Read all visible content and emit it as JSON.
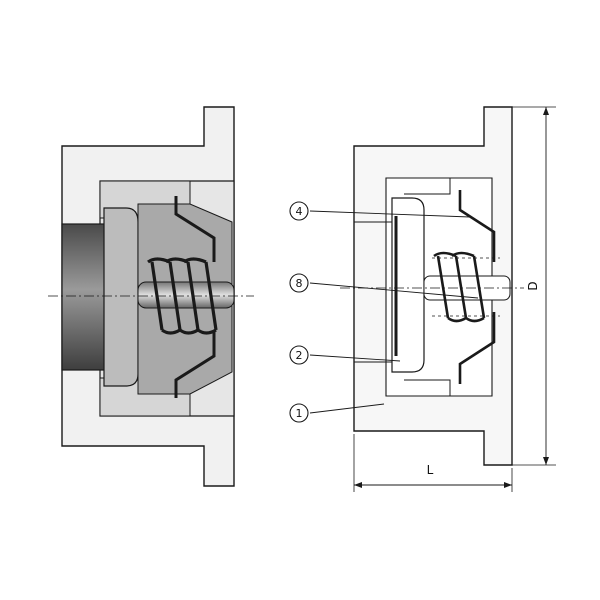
{
  "callouts": [
    {
      "id": "c4",
      "label": "4"
    },
    {
      "id": "c8",
      "label": "8"
    },
    {
      "id": "c2",
      "label": "2"
    },
    {
      "id": "c1",
      "label": "1"
    }
  ],
  "dimensions": {
    "length": "L",
    "diameter": "D"
  },
  "colors": {
    "line": "#1a1a1a",
    "body_fill": "#f1f1f1",
    "seat_fill": "#d6d6d6",
    "disc_fill": "#bcbcbc",
    "bore_dark": "#555555",
    "spring": "#222222"
  }
}
